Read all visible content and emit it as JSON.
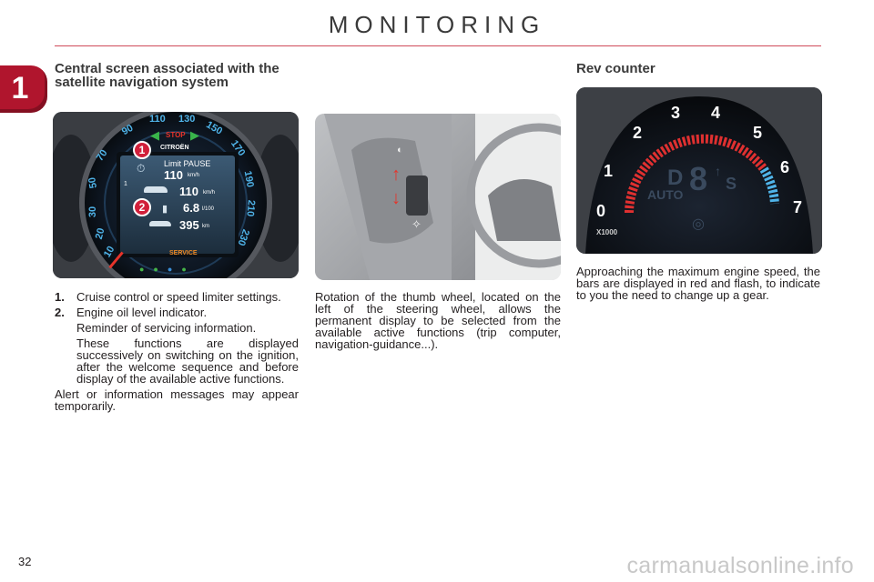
{
  "header": {
    "title": "MONITORING",
    "chapter_number": "1"
  },
  "left_column": {
    "heading": "Central screen associated with the satellite navigation system",
    "items": [
      {
        "num": "1.",
        "text": "Cruise control or speed limiter settings."
      },
      {
        "num": "2.",
        "text": "Engine oil level indicator."
      }
    ],
    "extra_1": "Reminder of servicing information.",
    "extra_2": "These functions are displayed successively on switching on the ignition, after the welcome sequence and before display of the available active functions.",
    "footer_para": "Alert or information messages may appear temporarily."
  },
  "instrument_display": {
    "callout_1": "1",
    "callout_2": "2",
    "speed_ticks": [
      "10",
      "20",
      "30",
      "50",
      "70",
      "90",
      "110",
      "130",
      "150",
      "170",
      "190",
      "210",
      "230"
    ],
    "stop_label": "STOP",
    "brand_label": "CITROËN",
    "limit_label": "Limit PAUSE",
    "limit_speed": "110",
    "limit_unit": "km/h",
    "row_speed": "110",
    "row_speed_unit": "km/h",
    "row_consumption": "6.8",
    "row_consumption_unit": "l/100",
    "row_range": "395",
    "row_range_unit": "km",
    "service_label": "SERVICE",
    "gear_indicator": "1"
  },
  "middle_column": {
    "paragraph": "Rotation of the thumb wheel, located on the left of the steering wheel, allows the permanent display to be selected from the available active functions (trip computer, navigation-guidance...)."
  },
  "right_column": {
    "heading": "Rev counter",
    "rev_labels": [
      "0",
      "1",
      "2",
      "3",
      "4",
      "5",
      "6",
      "7"
    ],
    "multiplier": "X1000",
    "gear_display": "D",
    "auto_label": "AUTO",
    "digit_display": "8",
    "s_label": "S",
    "paragraph": "Approaching the maximum engine speed, the bars are displayed in red and flash, to indicate to you the need to change up a gear."
  },
  "footer": {
    "page_number": "32",
    "watermark": "carmanualsonline.info"
  },
  "colors": {
    "accent_red": "#b0152d",
    "rule_red": "#d04a5a",
    "text": "#231f20",
    "display_blue": "#4fb3e8"
  }
}
